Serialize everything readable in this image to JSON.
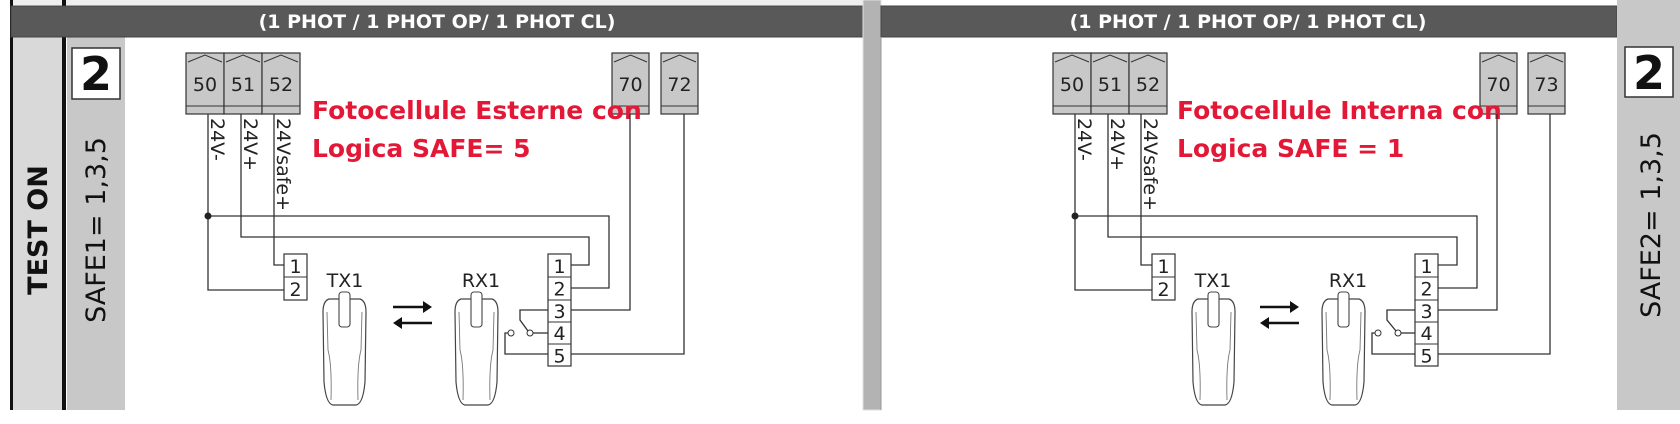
{
  "left_sidebar": {
    "test_label": "TEST ON",
    "safe_label": "SAFE1= 1,3,5",
    "number": "2"
  },
  "right_sidebar": {
    "safe_label": "SAFE2= 1,3,5",
    "number": "2"
  },
  "panels": [
    {
      "header": "(1 PHOT / 1 PHOT OP/ 1 PHOT CL)",
      "terminals_main": [
        "50",
        "51",
        "52"
      ],
      "wire_labels": [
        "24V-",
        "24V+",
        "24Vsafe+"
      ],
      "terminals_aux": [
        "70",
        "72"
      ],
      "note_lines": [
        "Fotocellule Esterne con",
        "Logica SAFE= 5"
      ],
      "tx_label": "TX1",
      "rx_label": "RX1",
      "tx_terminals": [
        "1",
        "2"
      ],
      "rx_terminals": [
        "1",
        "2",
        "3",
        "4",
        "5"
      ]
    },
    {
      "header": "(1 PHOT / 1 PHOT OP/ 1 PHOT CL)",
      "terminals_main": [
        "50",
        "51",
        "52"
      ],
      "wire_labels": [
        "24V-",
        "24V+",
        "24Vsafe+"
      ],
      "terminals_aux": [
        "70",
        "73"
      ],
      "note_lines": [
        "Fotocellule Interna con",
        "Logica SAFE = 1"
      ],
      "tx_label": "TX1",
      "rx_label": "RX1",
      "tx_terminals": [
        "1",
        "2"
      ],
      "rx_terminals": [
        "1",
        "2",
        "3",
        "4",
        "5"
      ]
    }
  ],
  "colors": {
    "header_bg": "#595959",
    "note_red": "#e31837",
    "terminal_grey": "#c8c8c8",
    "sidebar_grey": "#c8c8c8",
    "separator_grey": "#b3b3b3"
  }
}
